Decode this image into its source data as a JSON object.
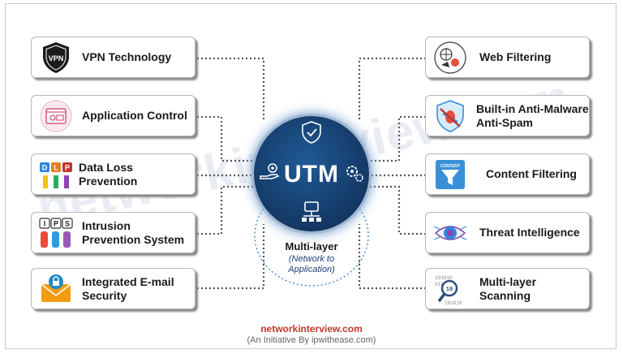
{
  "hub": {
    "title": "UTM"
  },
  "multilayer": {
    "title": "Multi-layer",
    "subtitle": "(Network to Application)"
  },
  "left_items": [
    {
      "label": "VPN Technology",
      "icon": "vpn-shield-icon"
    },
    {
      "label": "Application Control",
      "icon": "app-window-icon"
    },
    {
      "label": "Data Loss Prevention",
      "icon": "dlp-icon"
    },
    {
      "label": "Intrusion Prevention System",
      "icon": "ips-icon"
    },
    {
      "label": "Integrated E-mail Security",
      "icon": "email-lock-icon"
    }
  ],
  "right_items": [
    {
      "label": "Web Filtering",
      "icon": "web-filter-icon"
    },
    {
      "label": "Built-in Anti-Malware Anti-Spam",
      "icon": "anti-malware-shield-icon"
    },
    {
      "label": "Content Filtering",
      "icon": "content-funnel-icon"
    },
    {
      "label": "Threat Intelligence",
      "icon": "threat-eye-icon"
    },
    {
      "label": "Multi-layer Scanning",
      "icon": "scan-magnifier-icon"
    }
  ],
  "icon_text": {
    "vpn": "VPN",
    "dlp": [
      "D",
      "L",
      "P"
    ],
    "ips": [
      "I",
      "P",
      "S"
    ],
    "content": "CONTENT",
    "scan_binary": [
      "101010",
      "010101",
      "10",
      "101010"
    ]
  },
  "watermark": "networkinterview.com",
  "footer": {
    "site": "networkinterview.com",
    "tagline": "(An Initiative By ipwithease.com)"
  },
  "colors": {
    "hub": "#163f6e",
    "accent_red": "#c0392b",
    "dotted_line": "#555555"
  }
}
